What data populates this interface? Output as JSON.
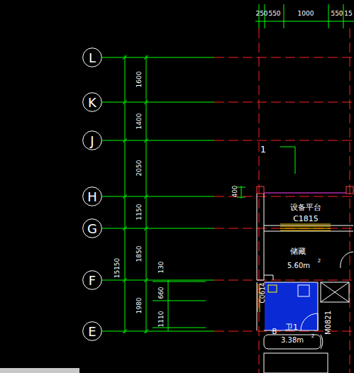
{
  "diagram": {
    "nodes": [
      {
        "text": [
          "L"
        ]
      },
      {
        "text": [
          "K"
        ]
      },
      {
        "text": [
          "J"
        ]
      },
      {
        "text": [
          "H"
        ]
      },
      {
        "text": [
          "G"
        ]
      },
      {
        "text": [
          "F"
        ]
      },
      {
        "text": [
          "E"
        ]
      }
    ],
    "labels": [
      "250",
      "550",
      "1000",
      "550",
      "15",
      "1600",
      "1400",
      "2050",
      "1150",
      "1850",
      "1980",
      "15150",
      "130",
      "660",
      "1110",
      "400",
      "1",
      "设备平台",
      "C1815",
      "储藏",
      "5.60m",
      "2",
      "C0614",
      "B",
      "卫1",
      "3.38m",
      "2",
      "M0821"
    ]
  }
}
